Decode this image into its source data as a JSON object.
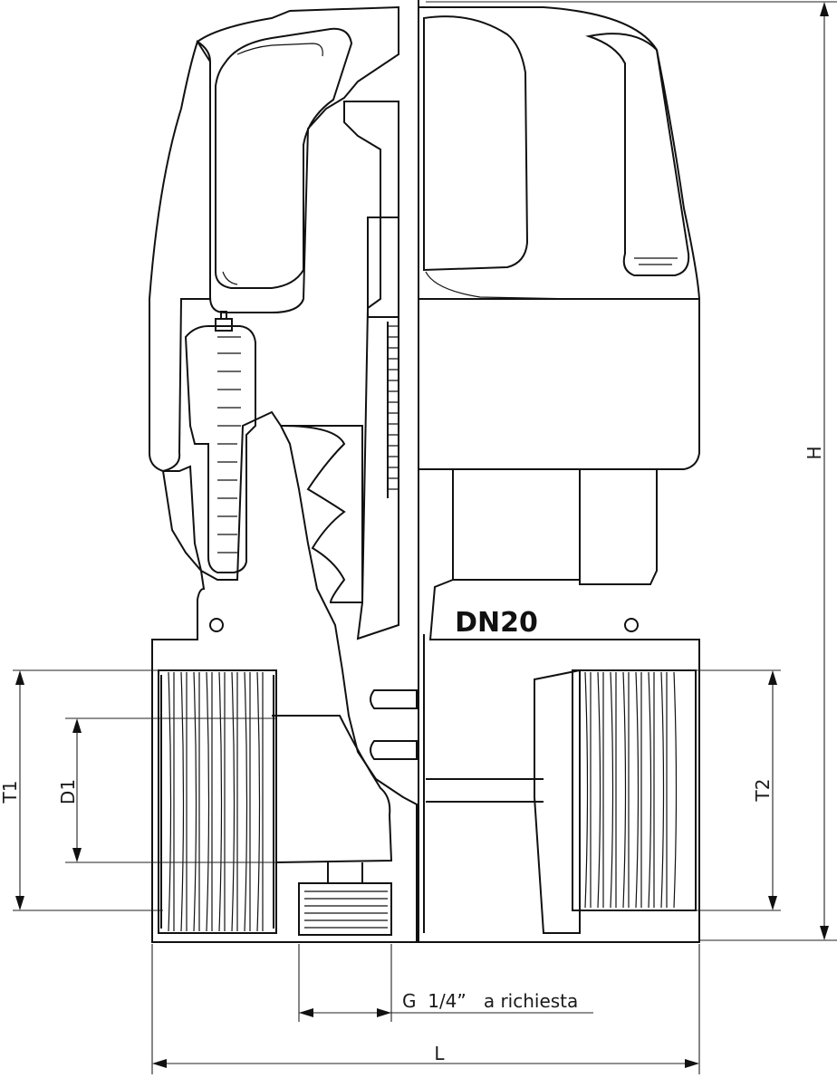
{
  "drawing": {
    "nominal_size": "DN20",
    "dimensions": {
      "height": "H",
      "length": "L",
      "inlet_thread": "T1",
      "outlet_thread": "T2",
      "bore_diameter": "D1"
    },
    "port_note": "G  1/4”   a richiesta"
  }
}
